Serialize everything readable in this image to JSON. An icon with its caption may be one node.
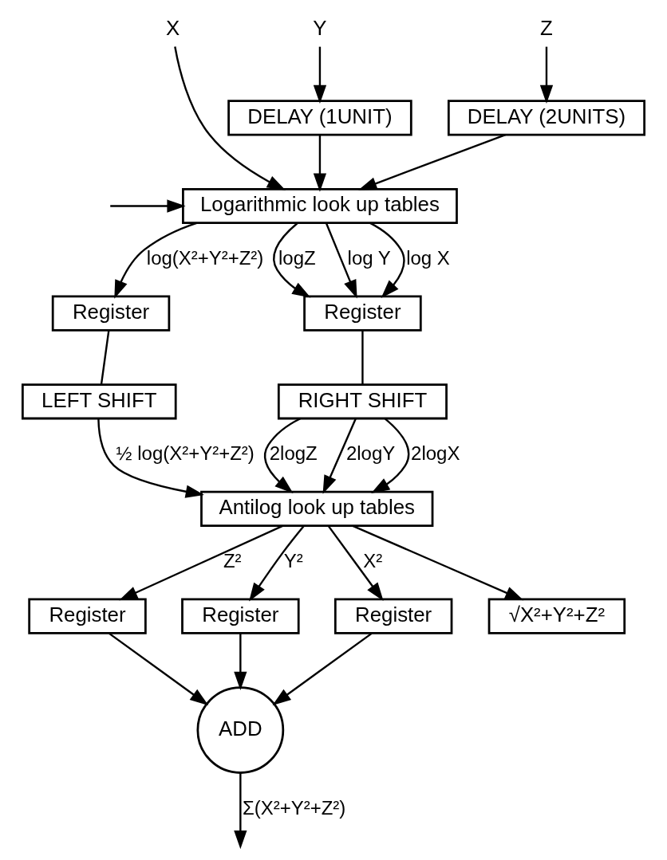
{
  "diagram": {
    "nodes": [
      {
        "text": [
          "X"
        ]
      },
      {
        "text": [
          "Y"
        ]
      },
      {
        "text": [
          "Z"
        ]
      },
      {
        "text": [
          "DELAY (1UNIT)"
        ]
      },
      {
        "text": [
          "DELAY (2UNITS)"
        ]
      },
      {
        "text": [
          "Logarithmic look up tables"
        ]
      },
      {
        "text": [
          "Register"
        ]
      },
      {
        "text": [
          "LEFT SHIFT"
        ]
      },
      {
        "text": [
          "Register"
        ]
      },
      {
        "text": [
          "RIGHT SHIFT"
        ]
      },
      {
        "text": [
          "Antilog look up tables"
        ]
      },
      {
        "text": [
          "Register"
        ]
      },
      {
        "text": [
          "Register"
        ]
      },
      {
        "text": [
          "Register"
        ]
      },
      {
        "text": [
          "ADD"
        ]
      },
      {
        "text": [
          "√X²+Y²+Z²"
        ]
      }
    ],
    "edges": [
      {
        "from": 0,
        "to": 5,
        "arrow": "to"
      },
      {
        "from": 1,
        "to": 3,
        "arrow": "to"
      },
      {
        "from": 2,
        "to": 4,
        "arrow": "to"
      },
      {
        "from": 4,
        "to": 5,
        "arrow": "to"
      },
      {
        "from": 3,
        "to": 5,
        "arrow": "to"
      },
      {
        "from": null,
        "to": 5,
        "arrow": "to"
      },
      {
        "from": 5,
        "to": 6,
        "arrow": "to",
        "label": "log(X²+Y²+Z²)"
      },
      {
        "from": 6,
        "to": 7,
        "arrow": "none"
      },
      {
        "from": 5,
        "to": 8,
        "arrow": "to",
        "label": "logZ"
      },
      {
        "from": 5,
        "to": 8,
        "arrow": "to",
        "label": "log Y"
      },
      {
        "from": 5,
        "to": 8,
        "arrow": "to",
        "label": "log X"
      },
      {
        "from": 8,
        "to": 9,
        "arrow": "none"
      },
      {
        "from": 7,
        "to": 10,
        "arrow": "to",
        "label": "½ log(X²+Y²+Z²)"
      },
      {
        "from": 9,
        "to": 10,
        "arrow": "to",
        "label": "2logZ"
      },
      {
        "from": 9,
        "to": 10,
        "arrow": "to",
        "label": "2logY"
      },
      {
        "from": 9,
        "to": 10,
        "arrow": "to",
        "label": "2logX"
      },
      {
        "from": 10,
        "to": 15,
        "arrow": "to"
      },
      {
        "from": 10,
        "to": 11,
        "arrow": "to",
        "label": "Z²"
      },
      {
        "from": 10,
        "to": 12,
        "arrow": "to",
        "label": "Y²"
      },
      {
        "from": 10,
        "to": 13,
        "arrow": "to",
        "label": "X²"
      },
      {
        "from": 11,
        "to": 14,
        "arrow": "to"
      },
      {
        "from": 12,
        "to": 14,
        "arrow": "to"
      },
      {
        "from": 13,
        "to": 14,
        "arrow": "to"
      },
      {
        "from": 14,
        "to": null,
        "arrow": "to",
        "label": "Σ(X²+Y²+Z²)"
      }
    ]
  }
}
